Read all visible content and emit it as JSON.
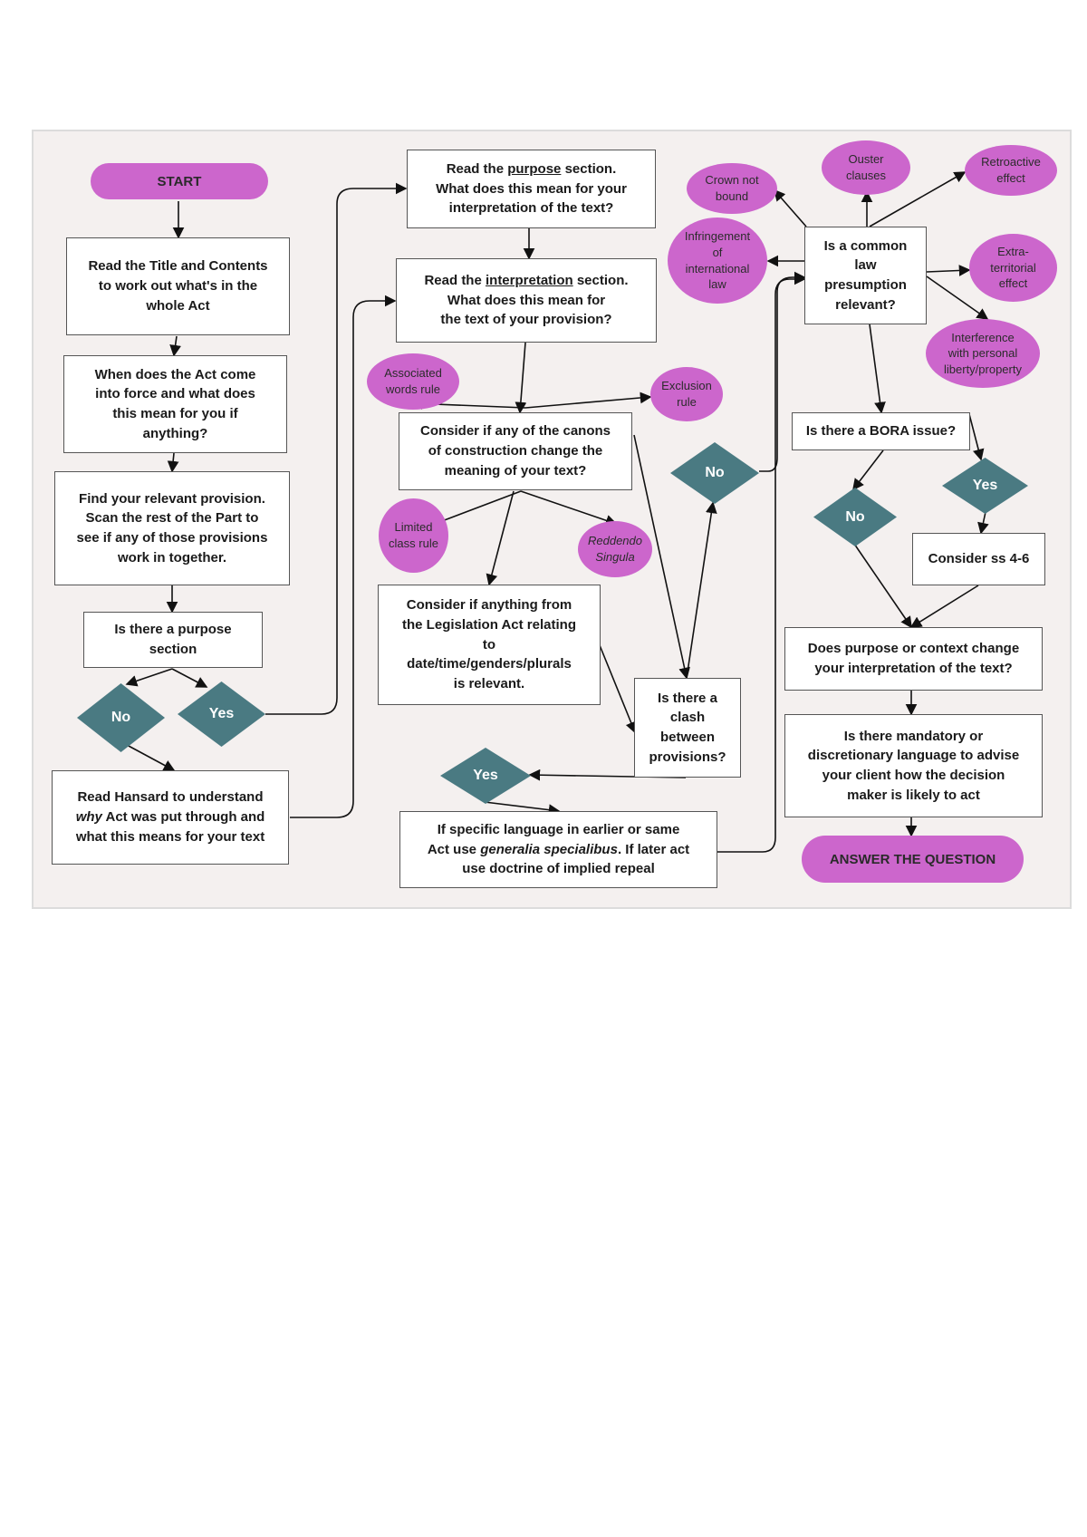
{
  "colors": {
    "panel_bg": "#f4f0ef",
    "pink_accent": "#cc66cc",
    "diamond_teal": "#4a7a82",
    "box_border": "#555555"
  },
  "start": "START",
  "answer": "ANSWER THE QUESTION",
  "col1": {
    "title_contents": "Read the Title and Contents\nto work out what's in the\nwhole Act",
    "commencement": "When does the Act come\ninto force and what does\nthis mean for you if\nanything?",
    "find_provision": "Find your relevant provision.\nScan the rest of the Part to\nsee  if any of those provisions\nwork in together.",
    "purpose_section_q": "Is there a purpose\nsection",
    "no": "No",
    "yes": "Yes",
    "hansard_1": "Read Hansard to understand",
    "hansard_2_italic": "why",
    "hansard_2_rest": " Act was put through and",
    "hansard_3": "what this means for your text"
  },
  "col2": {
    "purpose_pre": "Read the ",
    "purpose_ul": "purpose",
    "purpose_post": " section.",
    "purpose_rest": "What does this mean for your\ninterpretation of the text?",
    "interp_pre": "Read the ",
    "interp_ul": "interpretation",
    "interp_post": " section.",
    "interp_rest": "What does this mean for\nthe text of your provision?",
    "canons": "Consider if any of the canons\nof construction change the\nmeaning of your text?",
    "legislation_act": "Consider if anything from\nthe Legislation Act relating\nto\ndate/time/genders/plurals\nis relevant.",
    "clash": "Is there a\nclash\nbetween\nprovisions?",
    "specific_1": "If specific language in earlier or same",
    "specific_2a": "Act use ",
    "specific_2_italic": "generalia specialibus",
    "specific_2b": ". If later act",
    "specific_3": "use doctrine of implied repeal",
    "associated_words": "Associated\nwords rule",
    "exclusion_rule": "Exclusion\nrule",
    "limited_class": "Limited\nclass rule",
    "reddendo": "Reddendo\nSingula",
    "no": "No",
    "yes": "Yes"
  },
  "col3": {
    "common_law": "Is a common\nlaw\npresumption\nrelevant?",
    "crown": "Crown not\nbound",
    "ouster": "Ouster\nclauses",
    "retroactive": "Retroactive\neffect",
    "international": "Infringement\nof\ninternational\nlaw",
    "extraterritorial": "Extra-\nterritorial\neffect",
    "liberty": "Interference\nwith personal\nliberty/property",
    "bora": "Is there a BORA issue?",
    "no": "No",
    "yes": "Yes",
    "ss46": "Consider ss 4-6",
    "purpose_context": "Does purpose or context change\nyour interpretation of the text?",
    "mandatory": "Is there mandatory or\ndiscretionary language to advise\nyour client how the decision\nmaker is likely to act"
  }
}
